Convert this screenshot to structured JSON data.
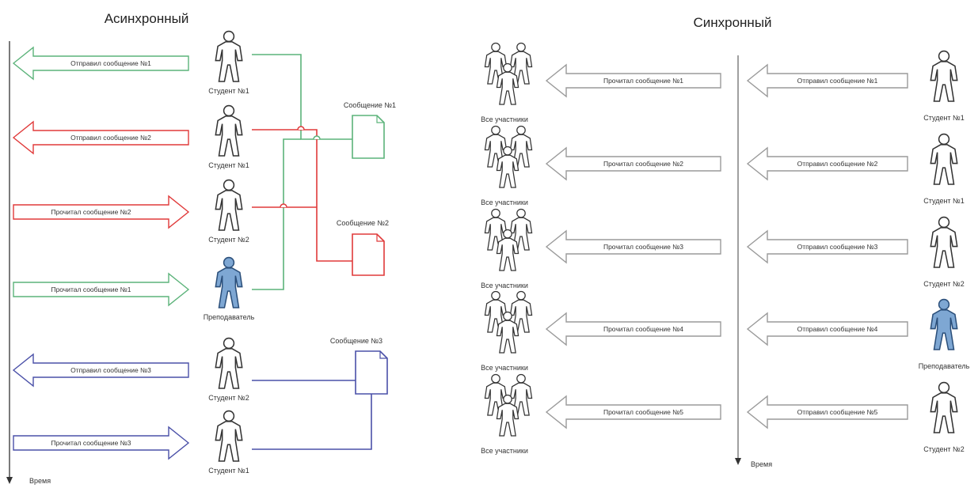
{
  "titles": {
    "async": "Асинхронный",
    "sync": "Синхронный"
  },
  "time_label": "Время",
  "colors": {
    "green": "#5cb37a",
    "red": "#e03a3a",
    "blue": "#4a50a8",
    "gray": "#9a9a9a",
    "teacher": "#7ea7d3"
  },
  "async": {
    "rows": [
      {
        "direction": "left",
        "color": "green",
        "arrow_text": "Отправил сообщение №1",
        "actor": "Студент №1",
        "teacher": false
      },
      {
        "direction": "left",
        "color": "red",
        "arrow_text": "Отправил сообщение №2",
        "actor": "Студент №1",
        "teacher": false
      },
      {
        "direction": "right",
        "color": "red",
        "arrow_text": "Прочитал сообщение №2",
        "actor": "Студент №2",
        "teacher": false
      },
      {
        "direction": "right",
        "color": "green",
        "arrow_text": "Прочитал сообщение №1",
        "actor": "Преподаватель",
        "teacher": true
      },
      {
        "direction": "left",
        "color": "blue",
        "arrow_text": "Отправил сообщение №3",
        "actor": "Студент №2",
        "teacher": false
      },
      {
        "direction": "right",
        "color": "blue",
        "arrow_text": "Прочитал сообщение №3",
        "actor": "Студент №1",
        "teacher": false
      }
    ],
    "documents": [
      {
        "label": "Сообщение №1",
        "color": "green"
      },
      {
        "label": "Сообщение №2",
        "color": "red"
      },
      {
        "label": "Сообщение №3",
        "color": "blue"
      }
    ]
  },
  "sync": {
    "group_label": "Все участники",
    "rows": [
      {
        "read_text": "Прочитал сообщение №1",
        "send_text": "Отправил сообщение №1",
        "actor": "Студент №1",
        "teacher": false
      },
      {
        "read_text": "Прочитал сообщение №2",
        "send_text": "Отправил сообщение №2",
        "actor": "Студент №1",
        "teacher": false
      },
      {
        "read_text": "Прочитал сообщение №3",
        "send_text": "Отправил сообщение №3",
        "actor": "Студент №2",
        "teacher": false
      },
      {
        "read_text": "Прочитал сообщение №4",
        "send_text": "Отправил сообщение №4",
        "actor": "Преподаватель",
        "teacher": true
      },
      {
        "read_text": "Прочитал сообщение №5",
        "send_text": "Отправил сообщение №5",
        "actor": "Студент №2",
        "teacher": false
      }
    ]
  }
}
